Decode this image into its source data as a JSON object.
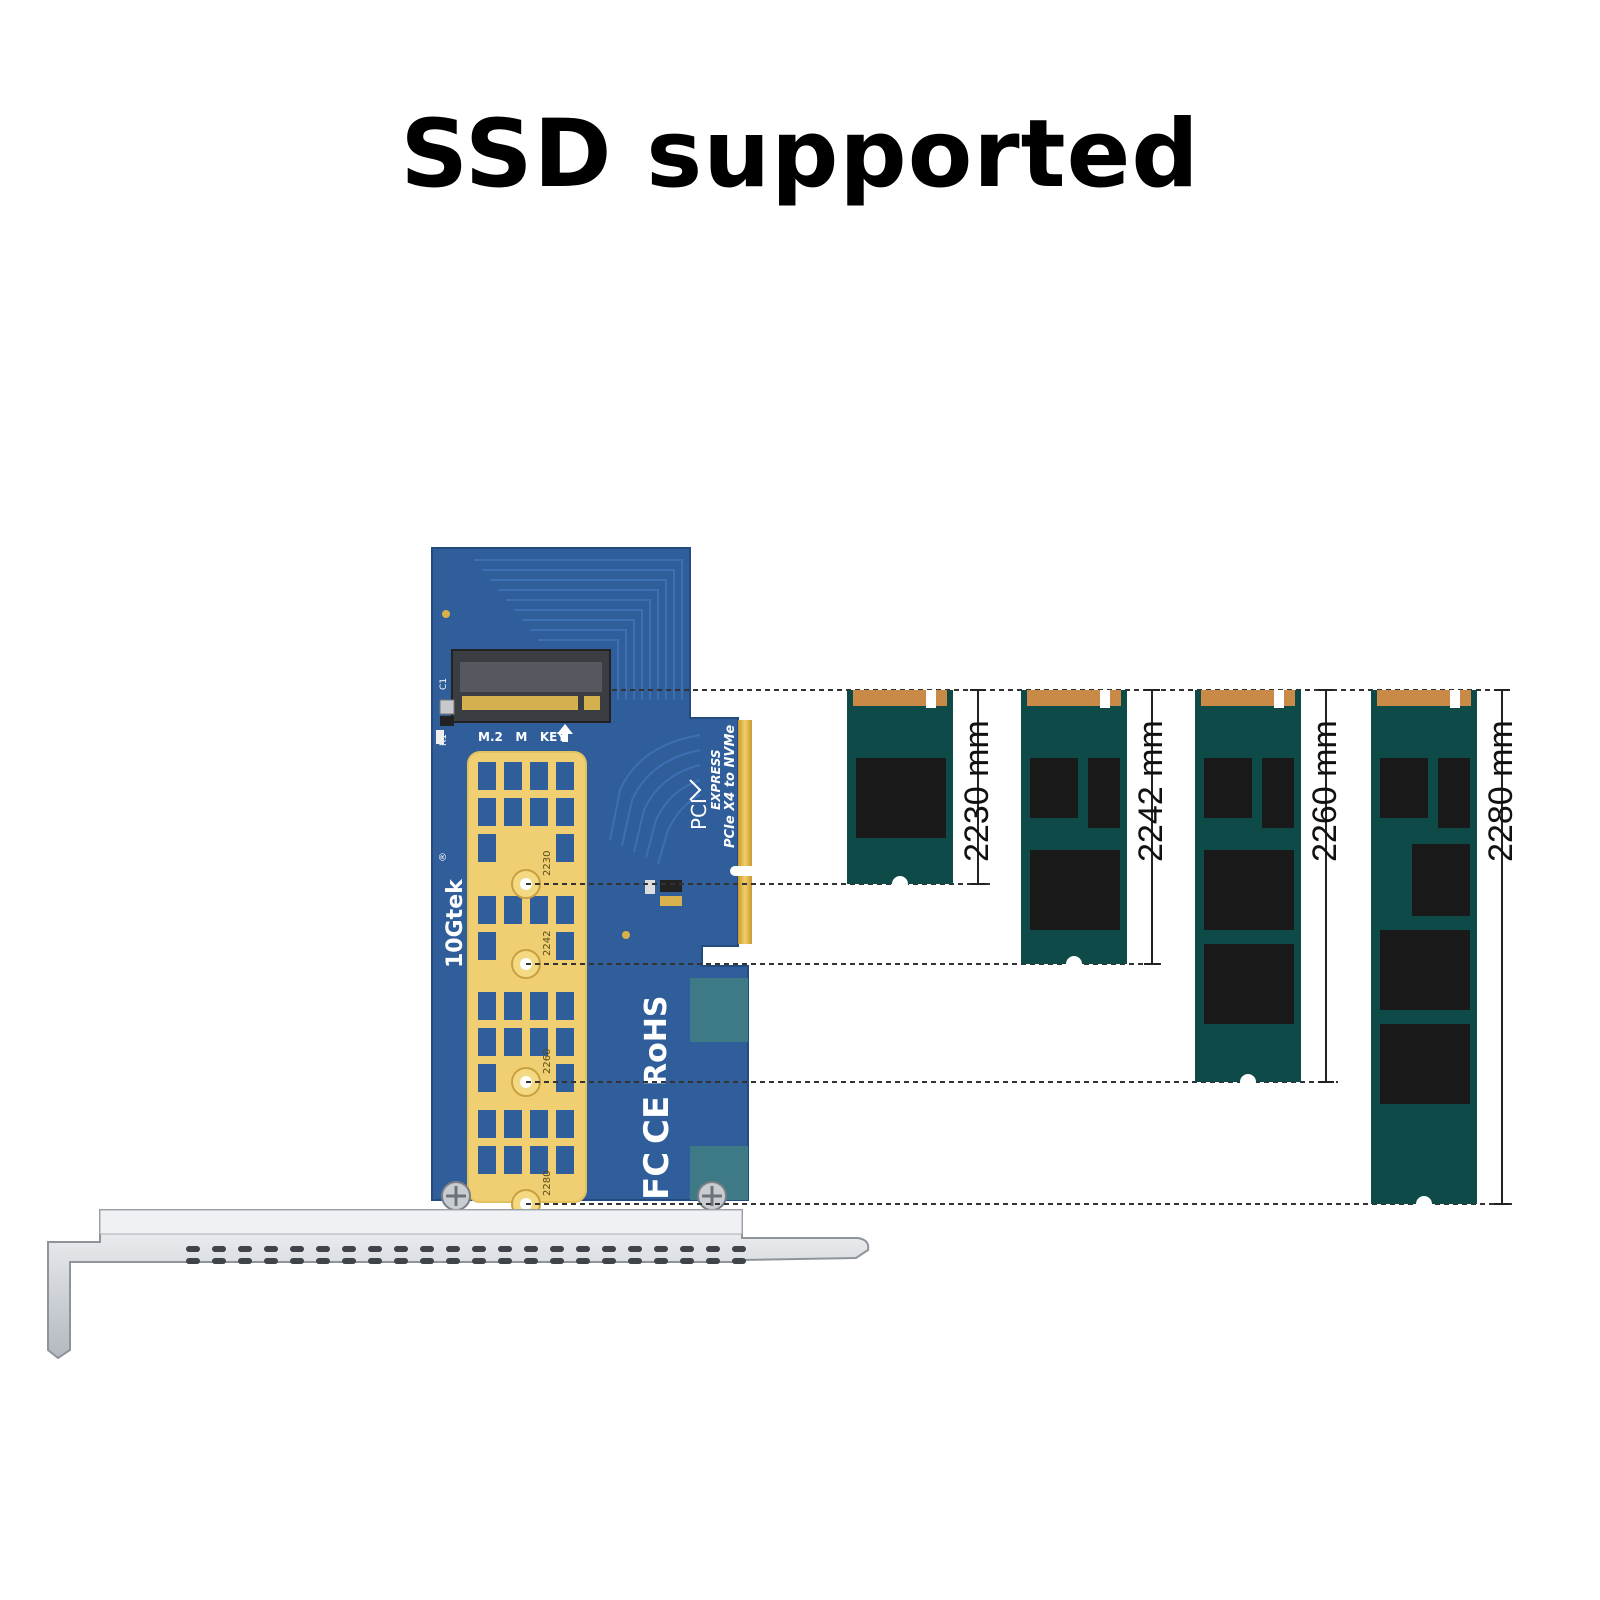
{
  "title": "SSD supported",
  "card": {
    "brand": "10Gtek",
    "registered": "®",
    "slot_label": "M.2   M   KEY",
    "c1": "C1",
    "r1": "R1",
    "pcie_logo_top": "PCI",
    "pcie_logo_bottom": "EXPRESS",
    "interface_text": "PCIe X4 to NVMe",
    "rohs": "RoHS",
    "ce": "CE",
    "fc": "FC",
    "standoff_marks": [
      "2230",
      "2242",
      "2260",
      "2280"
    ]
  },
  "ssds": [
    {
      "size": "2230 mm"
    },
    {
      "size": "2242 mm"
    },
    {
      "size": "2260 mm"
    },
    {
      "size": "2280 mm"
    }
  ],
  "colors": {
    "pcb_blue": "#2f5e9b",
    "gold": "#d9b04a",
    "ssd_green": "#0e4a47",
    "ssd_chip": "#1a1a1a",
    "ssd_contact": "#c98a47",
    "bracket": "#d8dbe0"
  }
}
